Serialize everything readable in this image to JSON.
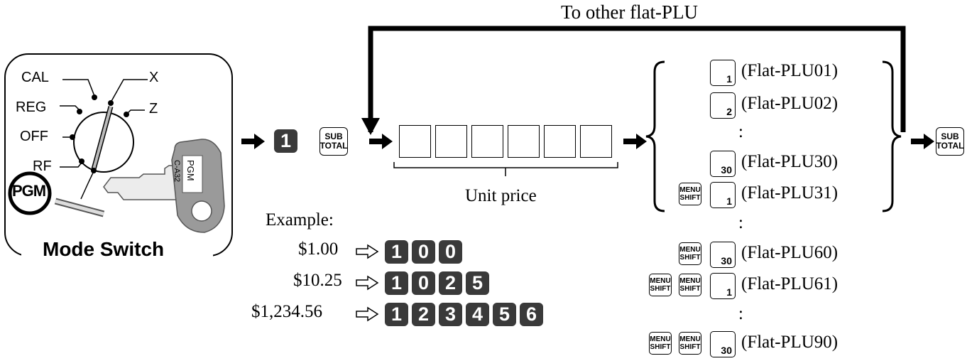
{
  "mode_switch": {
    "positions": [
      "CAL",
      "X",
      "REG",
      "Z",
      "OFF",
      "RF",
      "PGM"
    ],
    "caption": "Mode Switch",
    "key_labels": [
      "PGM",
      "C-A32"
    ]
  },
  "sequence": {
    "start_key": "1",
    "subtotal_key": [
      "SUB",
      "TOTAL"
    ],
    "unit_price_label": "Unit price",
    "loop_label": "To other flat-PLU",
    "end_key": [
      "SUB",
      "TOTAL"
    ]
  },
  "plu_rows": [
    {
      "key": "1",
      "label": "(Flat-PLU01)"
    },
    {
      "key": "2",
      "label": "(Flat-PLU02)"
    },
    {
      "key": ":",
      "label": ""
    },
    {
      "key": "30",
      "label": "(Flat-PLU30)"
    },
    {
      "key": "1",
      "label": "(Flat-PLU31)",
      "shift": [
        "MENU",
        "SHIFT"
      ]
    },
    {
      "key": ":",
      "label": ""
    },
    {
      "key": "30",
      "label": "(Flat-PLU60)",
      "shift": [
        "MENU",
        "SHIFT"
      ]
    },
    {
      "key": "1",
      "label": "(Flat-PLU61)",
      "shift": [
        "MENU",
        "SHIFT"
      ]
    },
    {
      "key": ":",
      "label": ""
    },
    {
      "key": "30",
      "label": "(Flat-PLU90)",
      "shift": [
        "MENU",
        "SHIFT"
      ]
    }
  ],
  "example": {
    "heading": "Example:",
    "rows": [
      {
        "amount": "$1.00",
        "keys": [
          "1",
          "0",
          "0"
        ]
      },
      {
        "amount": "$10.25",
        "keys": [
          "1",
          "0",
          "2",
          "5"
        ]
      },
      {
        "amount": "$1,234.56",
        "keys": [
          "1",
          "2",
          "3",
          "4",
          "5",
          "6"
        ]
      }
    ]
  },
  "colors": {
    "dark_key": "#3a3a3a",
    "key_grey": "#9a9a9a",
    "line": "#000000"
  }
}
